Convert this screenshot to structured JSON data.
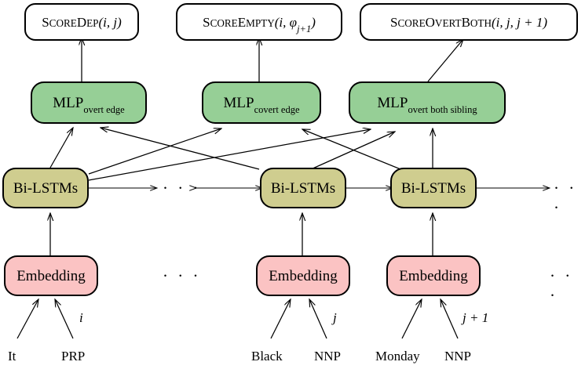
{
  "diagram": {
    "title": "Neural scoring architecture with Bi-LSTMs and MLP scorers",
    "colors": {
      "score_fill": "#ffffff",
      "mlp_fill": "#96cf96",
      "lstm_fill": "#cfcd8f",
      "embedding_fill": "#fbc3c3",
      "stroke": "#000000"
    },
    "score_nodes": [
      {
        "id": "score-dep",
        "name": "Score",
        "sub": "Dep",
        "args": "(i, j)"
      },
      {
        "id": "score-empty",
        "name": "Score",
        "sub": "Empty",
        "args": "(i, ϕj+1)"
      },
      {
        "id": "score-overt-both",
        "name": "Score",
        "sub": "OvertBoth",
        "args": "(i, j, j + 1)"
      }
    ],
    "mlp_nodes": [
      {
        "id": "mlp-overt-edge",
        "label": "MLP",
        "subscript": "overt edge"
      },
      {
        "id": "mlp-covert-edge",
        "label": "MLP",
        "subscript": "covert edge"
      },
      {
        "id": "mlp-overt-both-sibling",
        "label": "MLP",
        "subscript": "overt both sibling"
      }
    ],
    "lstm_nodes": [
      {
        "id": "lstm-i",
        "label": "Bi-LSTMs"
      },
      {
        "id": "lstm-j",
        "label": "Bi-LSTMs"
      },
      {
        "id": "lstm-j1",
        "label": "Bi-LSTMs"
      }
    ],
    "embedding_nodes": [
      {
        "id": "embedding-i",
        "label": "Embedding"
      },
      {
        "id": "embedding-j",
        "label": "Embedding"
      },
      {
        "id": "embedding-j1",
        "label": "Embedding"
      }
    ],
    "index_labels": [
      {
        "id": "index-i",
        "text": "i"
      },
      {
        "id": "index-j",
        "text": "j"
      },
      {
        "id": "index-j1",
        "text": "j + 1"
      }
    ],
    "input_tokens": [
      {
        "id": "token-it",
        "word": "It",
        "tag": "PRP"
      },
      {
        "id": "token-black",
        "word": "Black",
        "tag": "NNP"
      },
      {
        "id": "token-monday",
        "word": "Monday",
        "tag": "NNP"
      }
    ],
    "ellipses": [
      {
        "id": "ellipsis-lstm-left",
        "text": "· · ·"
      },
      {
        "id": "ellipsis-lstm-right",
        "text": "· · ·"
      },
      {
        "id": "ellipsis-emb-left",
        "text": "· · ·"
      },
      {
        "id": "ellipsis-emb-right",
        "text": "· · ·"
      }
    ]
  }
}
